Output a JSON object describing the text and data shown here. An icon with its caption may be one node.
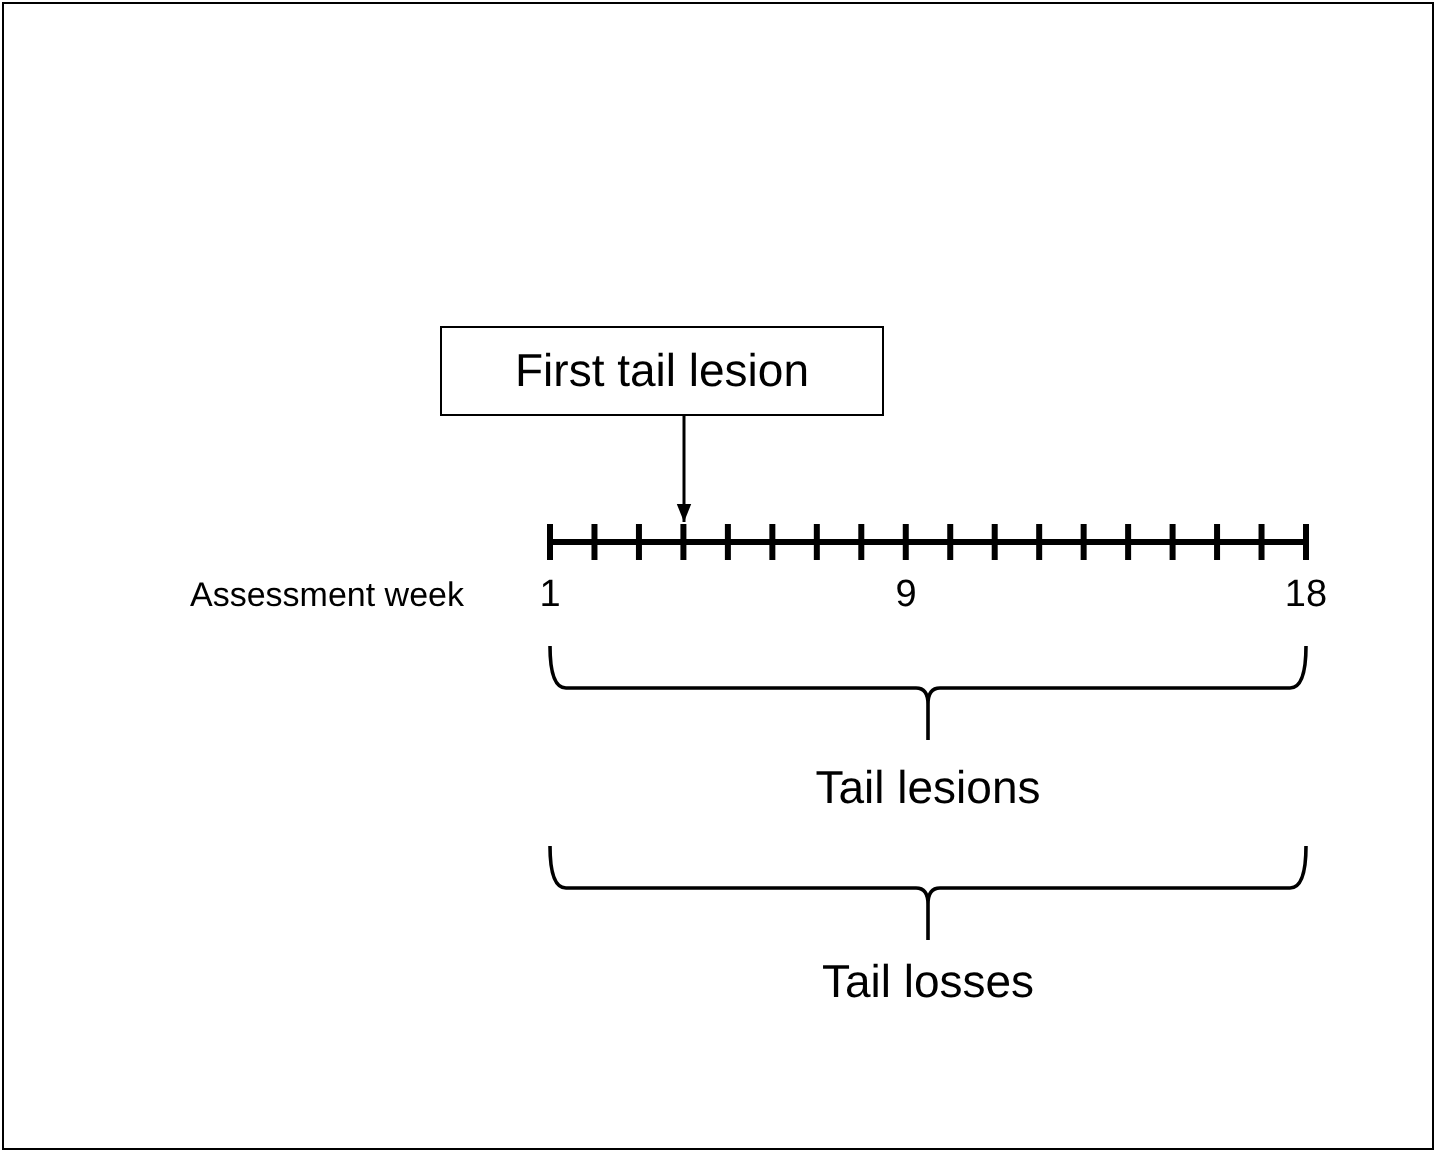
{
  "diagram": {
    "nodes": [
      {
        "text": [
          "First tail lesion"
        ]
      },
      {
        "text": [],
        "shape": "bar"
      }
    ],
    "edges": [
      {
        "from": 0,
        "to": 1,
        "arrow": "to"
      }
    ],
    "labels": [
      "Assessment week",
      "1",
      "9",
      "18",
      "Tail lesions",
      "Tail losses"
    ]
  }
}
